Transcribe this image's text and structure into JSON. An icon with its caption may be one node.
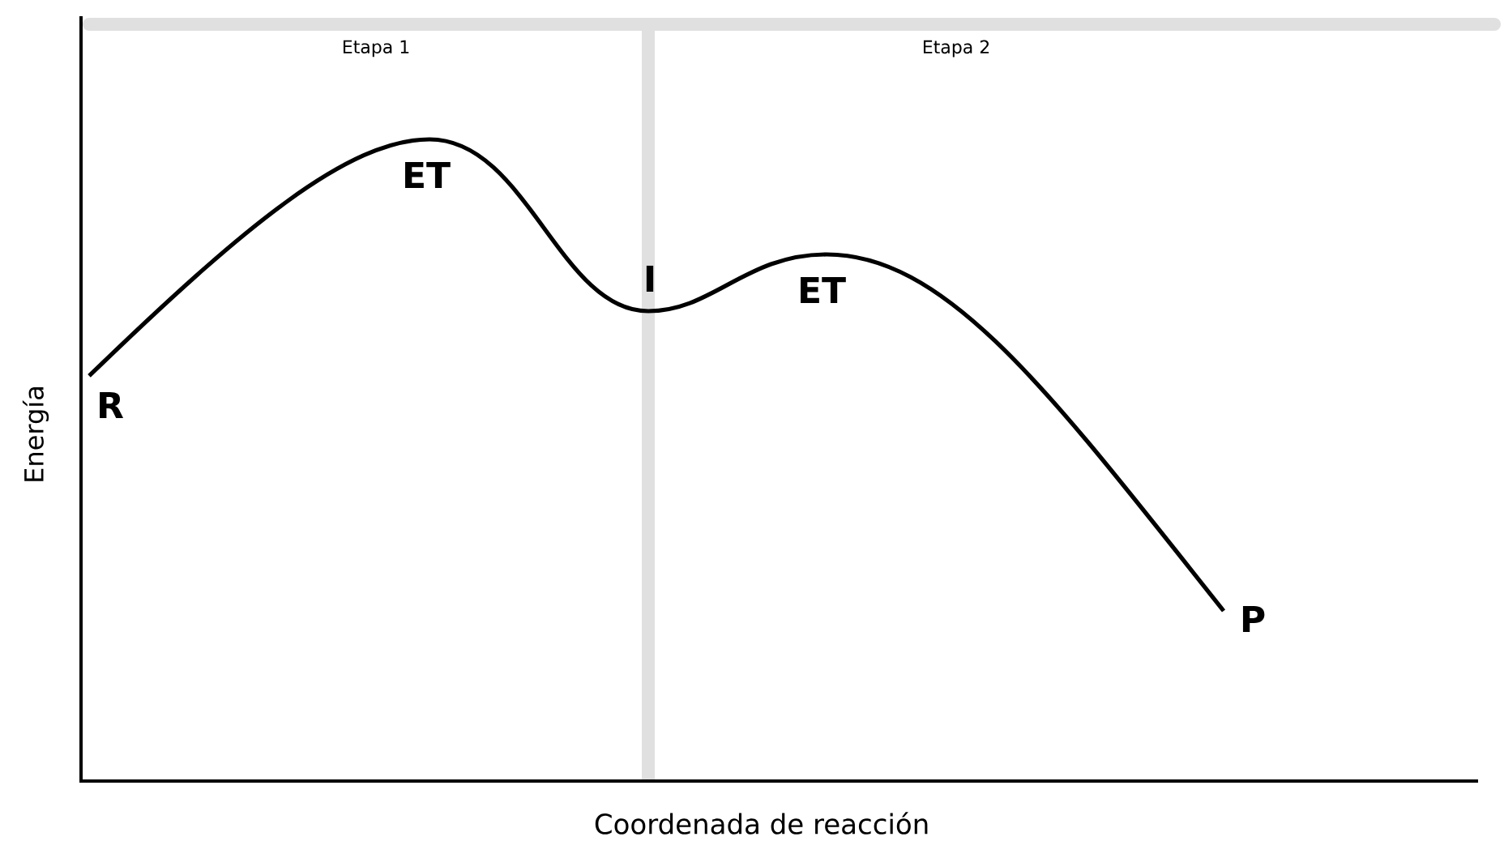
{
  "diagram": {
    "labels": [
      "Etapa 1",
      "Etapa 2",
      "ET",
      "I",
      "ET",
      "R",
      "P",
      "Energía",
      "Coordenada de reacción"
    ]
  }
}
